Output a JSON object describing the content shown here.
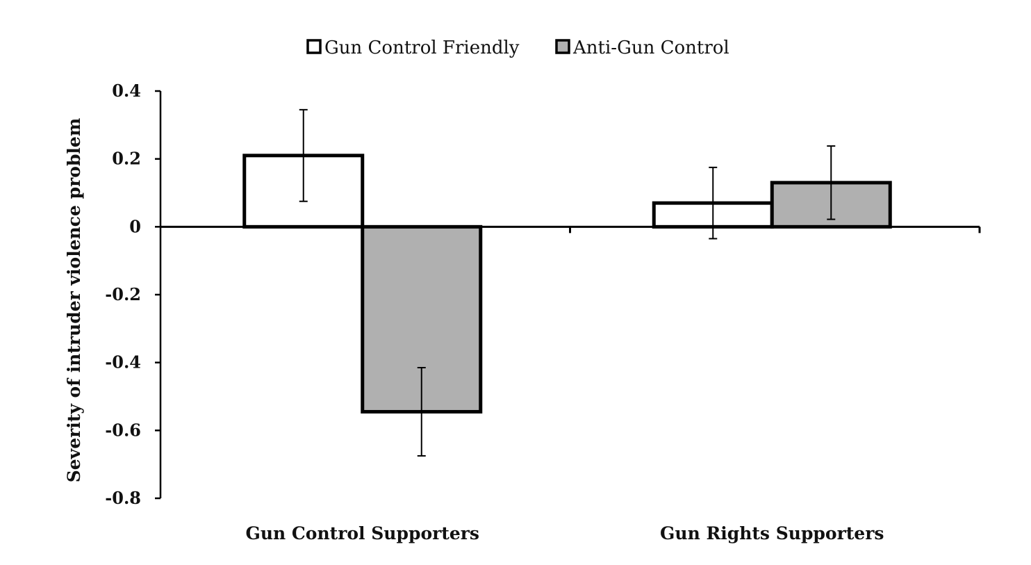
{
  "chart_data": {
    "type": "bar",
    "title": "",
    "xlabel": "",
    "ylabel": "Severity of  intruder violence problem",
    "ylim": [
      -0.8,
      0.4
    ],
    "yticks": [
      0.4,
      0.2,
      0,
      -0.2,
      -0.4,
      -0.6,
      -0.8
    ],
    "ytick_labels": [
      "0.4",
      "0.2",
      "0",
      "-0.2",
      "-0.4",
      "-0.6",
      "-0.8"
    ],
    "categories": [
      "Gun Control Supporters",
      "Gun Rights Supporters"
    ],
    "legend_position": "top-center",
    "grid": false,
    "series": [
      {
        "name": "Gun Control Friendly",
        "color": "#ffffff",
        "values": [
          0.21,
          0.07
        ],
        "error": [
          0.135,
          0.105
        ]
      },
      {
        "name": "Anti-Gun Control",
        "color": "#b0b0b0",
        "values": [
          -0.545,
          0.13
        ],
        "error": [
          0.13,
          0.108
        ]
      }
    ]
  }
}
